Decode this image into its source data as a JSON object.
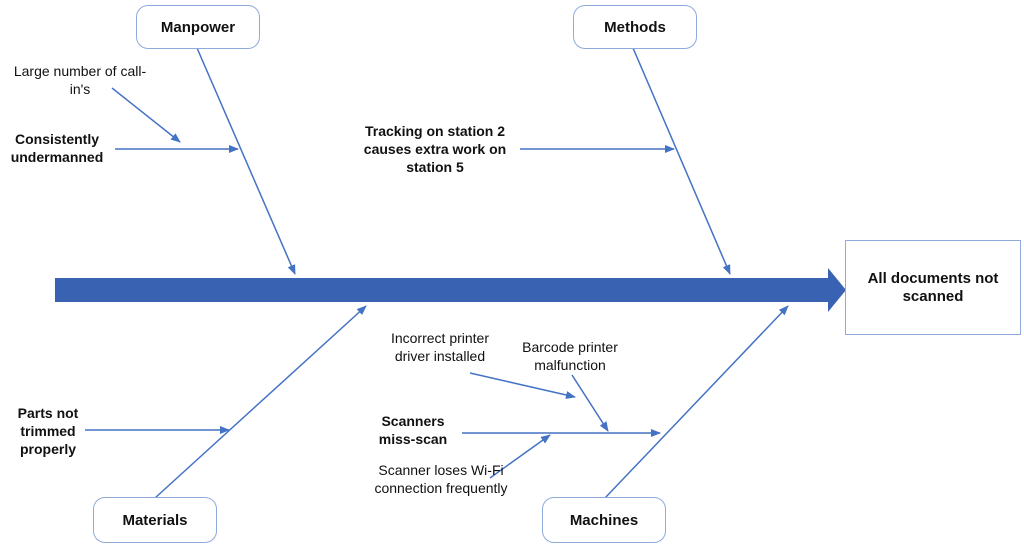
{
  "colors": {
    "spine": "#3a62b3",
    "arrow": "#4472c4",
    "box_border": "#8faadc",
    "text": "#111111"
  },
  "effect": "All documents not scanned",
  "categories": {
    "manpower": "Manpower",
    "methods": "Methods",
    "materials": "Materials",
    "machines": "Machines"
  },
  "causes": {
    "large_call_ins": "Large number of call-in's",
    "undermanned": "Consistently undermanned",
    "tracking": "Tracking on station 2 causes extra work on station 5",
    "parts_not_trimmed": "Parts not trimmed properly",
    "incorrect_driver": "Incorrect printer driver installed",
    "barcode_malfunction": "Barcode printer malfunction",
    "scanners_miss_scan": "Scanners miss-scan",
    "wifi_loss": "Scanner loses Wi-Fi connection frequently"
  }
}
